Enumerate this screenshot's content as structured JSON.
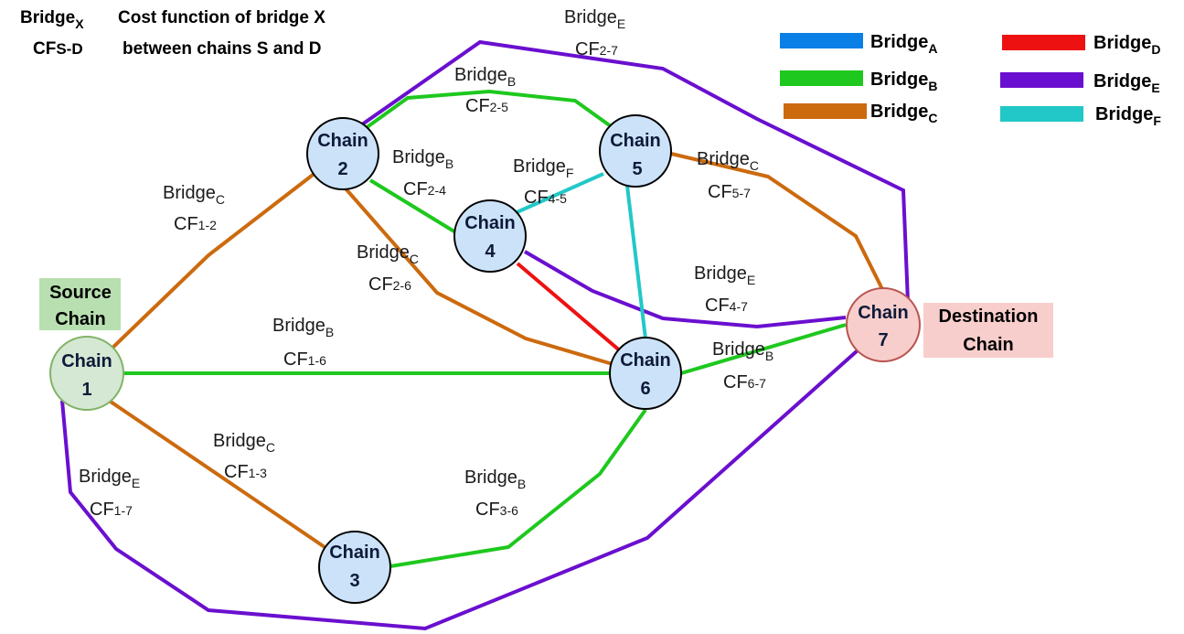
{
  "header": {
    "notation_main": "Bridge",
    "notation_sub": "X",
    "notation_cf": "CF",
    "notation_cf_sub": "S-D",
    "description_line1": "Cost function of bridge X",
    "description_line2": "between chains S and D"
  },
  "legend": [
    {
      "id": "A",
      "label": "Bridge",
      "sub": "A",
      "color": "#0a7fe6"
    },
    {
      "id": "B",
      "label": "Bridge",
      "sub": "B",
      "color": "#1ec81e"
    },
    {
      "id": "C",
      "label": "Bridge",
      "sub": "C",
      "color": "#cc6a0e"
    },
    {
      "id": "D",
      "label": "Bridge",
      "sub": "D",
      "color": "#ee1111"
    },
    {
      "id": "E",
      "label": "Bridge",
      "sub": "E",
      "color": "#6a0fcf"
    },
    {
      "id": "F",
      "label": "Bridge",
      "sub": "F",
      "color": "#22c8c8"
    }
  ],
  "nodes": [
    {
      "id": "1",
      "word": "Chain",
      "num": "1",
      "fill": "#d5e8d4",
      "stroke": "#82b366"
    },
    {
      "id": "2",
      "word": "Chain",
      "num": "2",
      "fill": "#cce2f8",
      "stroke": "#000000"
    },
    {
      "id": "3",
      "word": "Chain",
      "num": "3",
      "fill": "#cce2f8",
      "stroke": "#000000"
    },
    {
      "id": "4",
      "word": "Chain",
      "num": "4",
      "fill": "#cce2f8",
      "stroke": "#000000"
    },
    {
      "id": "5",
      "word": "Chain",
      "num": "5",
      "fill": "#cce2f8",
      "stroke": "#000000"
    },
    {
      "id": "6",
      "word": "Chain",
      "num": "6",
      "fill": "#cce2f8",
      "stroke": "#000000"
    },
    {
      "id": "7",
      "word": "Chain",
      "num": "7",
      "fill": "#f8cecc",
      "stroke": "#b85450"
    }
  ],
  "side_labels": {
    "source": [
      "Source",
      "Chain"
    ],
    "source_bg": "#b8dfb0",
    "destination": [
      "Destination",
      "Chain"
    ],
    "destination_bg": "#f8cecc"
  },
  "edges": [
    {
      "from": "1",
      "to": "2",
      "bridge": "C",
      "cf": "1-2"
    },
    {
      "from": "1",
      "to": "6",
      "bridge": "B",
      "cf": "1-6"
    },
    {
      "from": "1",
      "to": "3",
      "bridge": "C",
      "cf": "1-3"
    },
    {
      "from": "1",
      "to": "7",
      "bridge": "E",
      "cf": "1-7"
    },
    {
      "from": "2",
      "to": "5",
      "bridge": "B",
      "cf": "2-5"
    },
    {
      "from": "2",
      "to": "4",
      "bridge": "B",
      "cf": "2-4"
    },
    {
      "from": "2",
      "to": "6",
      "bridge": "C",
      "cf": "2-6"
    },
    {
      "from": "2",
      "to": "7",
      "bridge": "E",
      "cf": "2-7"
    },
    {
      "from": "4",
      "to": "5",
      "bridge": "F",
      "cf": "4-5"
    },
    {
      "from": "4",
      "to": "6",
      "bridge": "D",
      "cf": ""
    },
    {
      "from": "4",
      "to": "7",
      "bridge": "E",
      "cf": "4-7"
    },
    {
      "from": "5",
      "to": "6",
      "bridge": "F",
      "cf": ""
    },
    {
      "from": "5",
      "to": "7",
      "bridge": "C",
      "cf": "5-7"
    },
    {
      "from": "6",
      "to": "7",
      "bridge": "B",
      "cf": "6-7"
    },
    {
      "from": "3",
      "to": "6",
      "bridge": "B",
      "cf": "3-6"
    }
  ]
}
